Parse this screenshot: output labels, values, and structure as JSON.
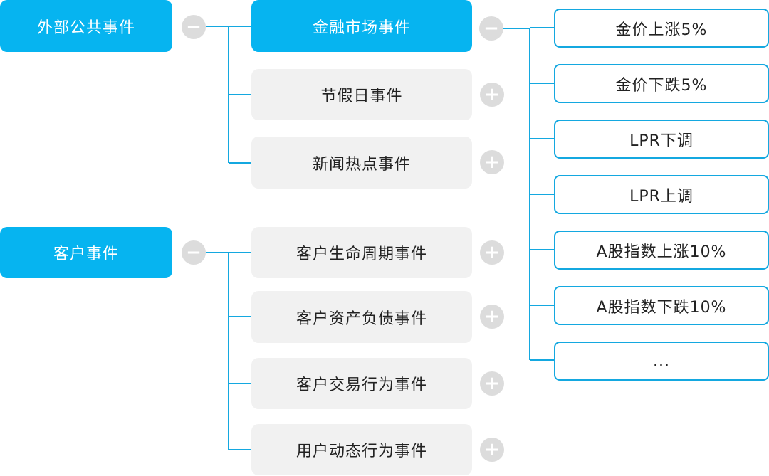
{
  "roots": [
    {
      "label": "外部公共事件",
      "toggle": "−"
    },
    {
      "label": "客户事件",
      "toggle": "−"
    }
  ],
  "external_categories": [
    {
      "label": "金融市场事件",
      "toggle": "−",
      "active": true
    },
    {
      "label": "节假日事件",
      "toggle": "+"
    },
    {
      "label": "新闻热点事件",
      "toggle": "+"
    }
  ],
  "customer_categories": [
    {
      "label": "客户生命周期事件",
      "toggle": "+"
    },
    {
      "label": "客户资产负债事件",
      "toggle": "+"
    },
    {
      "label": "客户交易行为事件",
      "toggle": "+"
    },
    {
      "label": "用户动态行为事件",
      "toggle": "+"
    }
  ],
  "market_events": [
    "金价上涨5%",
    "金价下跌5%",
    "LPR下调",
    "LPR上调",
    "A股指数上涨10%",
    "A股指数下跌10%",
    "..."
  ],
  "colors": {
    "accent": "#06b4f0",
    "line": "#14a8e0",
    "category_bg": "#f1f1f1",
    "toggle_bg": "#dcdcdc"
  }
}
